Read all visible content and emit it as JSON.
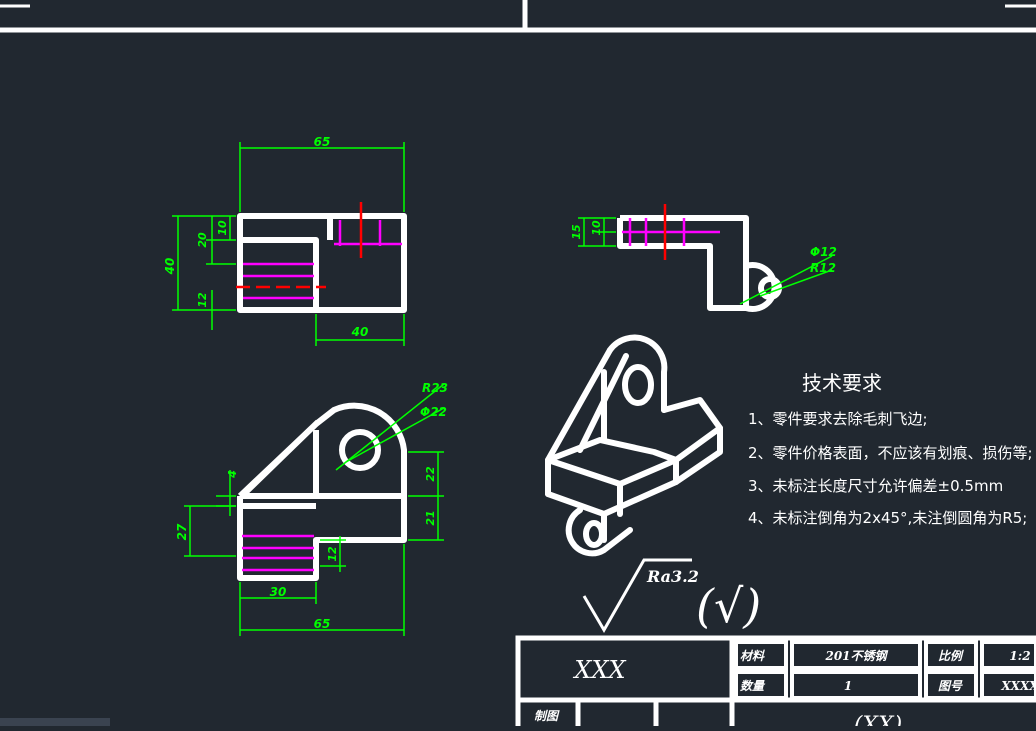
{
  "colors": {
    "background": "#212830",
    "object": "#ffffff",
    "dimension": "#00ff00",
    "hatch": "#ff00ff",
    "centerline": "#ff0000"
  },
  "dimensions": {
    "front_top": "65",
    "front_left_total": "40",
    "front_left_a": "20",
    "front_left_b": "10",
    "front_left_c": "12",
    "front_bottom": "40",
    "side_a": "15",
    "side_b": "10",
    "side_phi": "Φ12",
    "side_r": "R12",
    "top_r": "R23",
    "top_phi": "Φ22",
    "top_small": "4",
    "top_left": "27",
    "top_right_a": "22",
    "top_right_b": "21",
    "top_inner": "12",
    "top_bottom_inner": "30",
    "top_bottom_total": "65"
  },
  "requirements": {
    "title": "技术要求",
    "items": [
      "1、零件要求去除毛刺飞边;",
      "2、零件价格表面，不应该有划痕、损伤等;",
      "3、未标注长度尺寸允许偏差±0.5mm",
      "4、未标注倒角为2x45°,未注倒圆角为R5;"
    ]
  },
  "surface_finish": {
    "value": "Ra3.2",
    "note": "(√)"
  },
  "title_block": {
    "part_name": "XXX",
    "material_label": "材料",
    "material_value": "201不锈钢",
    "scale_label": "比例",
    "scale_value": "1:2",
    "qty_label": "数量",
    "qty_value": "1",
    "drawing_no_label": "图号",
    "drawing_no_value": "XXXX",
    "drawn_label": "制图",
    "company": "(XX)"
  }
}
